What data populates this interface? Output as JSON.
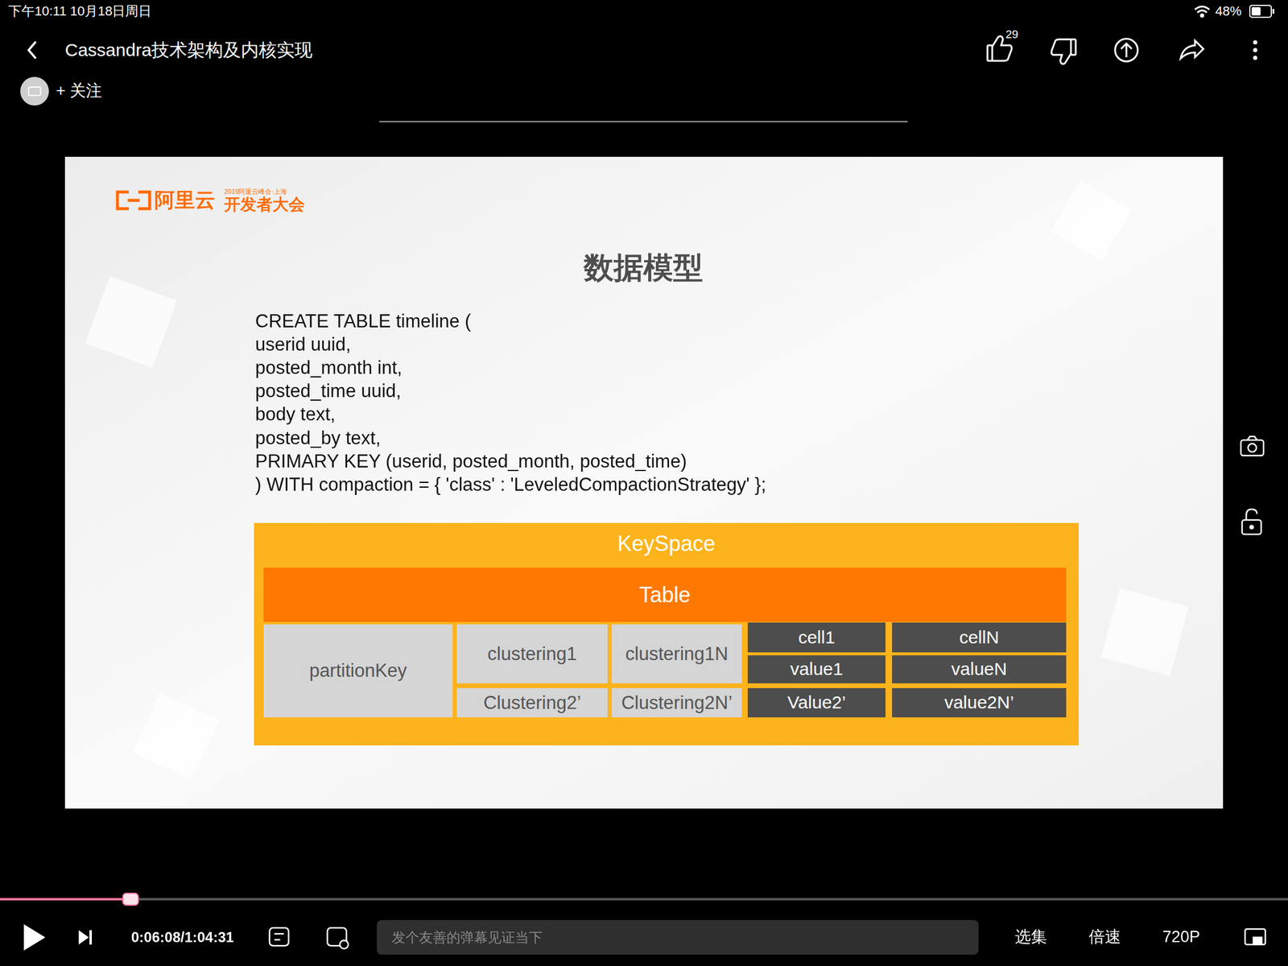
{
  "diagram": {
    "title": "数据模型",
    "nodes": [
      {
        "text": [
          "KeySpace"
        ]
      },
      {
        "text": [
          "Table"
        ],
        "in": 0
      },
      {
        "text": [
          "partitionKey"
        ],
        "in": 0
      },
      {
        "text": [
          "clustering1"
        ],
        "in": 0
      },
      {
        "text": [
          "clustering1N"
        ],
        "in": 0
      },
      {
        "text": [
          "cell1"
        ],
        "in": 0
      },
      {
        "text": [
          "cellN"
        ],
        "in": 0
      },
      {
        "text": [
          "value1"
        ],
        "in": 0
      },
      {
        "text": [
          "valueN"
        ],
        "in": 0
      },
      {
        "text": [
          "Clustering2’"
        ],
        "in": 0
      },
      {
        "text": [
          "Clustering2N’"
        ],
        "in": 0
      },
      {
        "text": [
          "Value2’"
        ],
        "in": 0
      },
      {
        "text": [
          "value2N’"
        ],
        "in": 0
      }
    ],
    "labels": [
      "下午10:11 10月18日周日",
      "48%",
      "Cassandra技术架构及内核实现",
      "29",
      "+ 关注",
      "阿里云",
      "2019阿里云峰会·上海",
      "开发者大会",
      "CREATE TABLE timeline (",
      "userid uuid,",
      "posted_month int,",
      "posted_time uuid,",
      "body text,",
      "posted_by text,",
      "PRIMARY KEY (userid, posted_month, posted_time)",
      ") WITH compaction = { 'class' : 'LeveledCompactionStrategy' };",
      "0:06:08/1:04:31",
      "发个友善的弹幕见证当下",
      "选集",
      "倍速",
      "720P"
    ]
  }
}
